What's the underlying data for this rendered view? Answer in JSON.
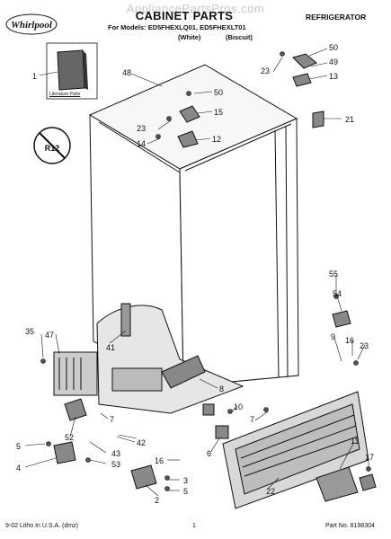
{
  "header": {
    "brand": "Whirlpool",
    "watermark": "AppliancePartsPros.com",
    "title": "CABINET PARTS",
    "models_line": "For Models: ED5FHEXLQ01, ED5FHEXLT01",
    "variant_1": "(White)",
    "variant_2": "(Biscuit)",
    "category": "REFRIGERATOR"
  },
  "labels": {
    "literature_parts": "Literature Parts",
    "badge": "R12"
  },
  "callouts": [
    "1",
    "48",
    "50",
    "23",
    "49",
    "13",
    "50",
    "15",
    "23",
    "14",
    "12",
    "21",
    "55",
    "54",
    "35",
    "47",
    "41",
    "16",
    "9",
    "23",
    "8",
    "10",
    "7",
    "7",
    "52",
    "43",
    "42",
    "5",
    "53",
    "4",
    "6",
    "16",
    "11",
    "17",
    "3",
    "5",
    "2",
    "22"
  ],
  "footer": {
    "left": "9-02  Litho In U.S.A. (dmz)",
    "center": "1",
    "right": "Part No. 8198304"
  }
}
